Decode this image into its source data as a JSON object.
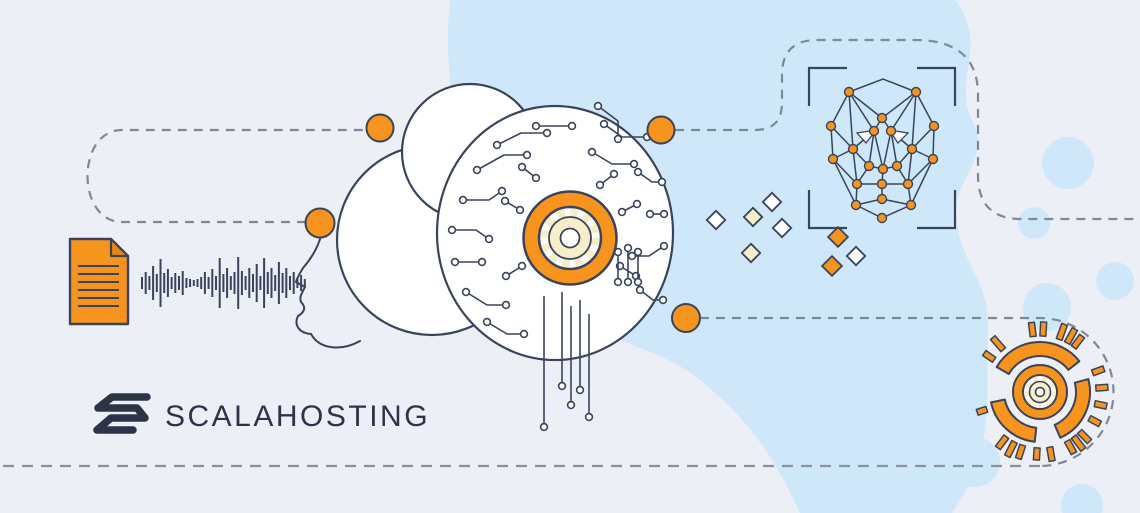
{
  "brand": {
    "logo_text": "SCALAHOSTING"
  },
  "colors": {
    "background": "#edeff7",
    "blob_blue": "#cee8fa",
    "accent_orange": "#f7941e",
    "orange_dark": "#e8860f",
    "outline_navy": "#39445c",
    "gear_cream": "#f6edc9",
    "logo_navy": "#2e3448",
    "dash_gray": "#7d8898",
    "white": "#ffffff"
  },
  "illustration": {
    "theme": "AI document and speech processing flowing into a circuit-board brain cloud that outputs facial recognition",
    "elements": [
      "document-icon",
      "audio-waveform",
      "speaking-face-profile",
      "cloud-circuit-brain",
      "gear-icon",
      "flow-dashed-path",
      "connector-nodes",
      "data-diamonds",
      "face-recognition-mesh",
      "tech-gear-dial"
    ],
    "waveform_heights": [
      12,
      22,
      14,
      34,
      18,
      48,
      20,
      28,
      12,
      20,
      14,
      24,
      10,
      8,
      6,
      8,
      12,
      22,
      12,
      28,
      14,
      50,
      18,
      30,
      14,
      22,
      52,
      24,
      14,
      30,
      18,
      38,
      14,
      50,
      22,
      30,
      16,
      42,
      20,
      30,
      14,
      22,
      10,
      16,
      8
    ]
  }
}
